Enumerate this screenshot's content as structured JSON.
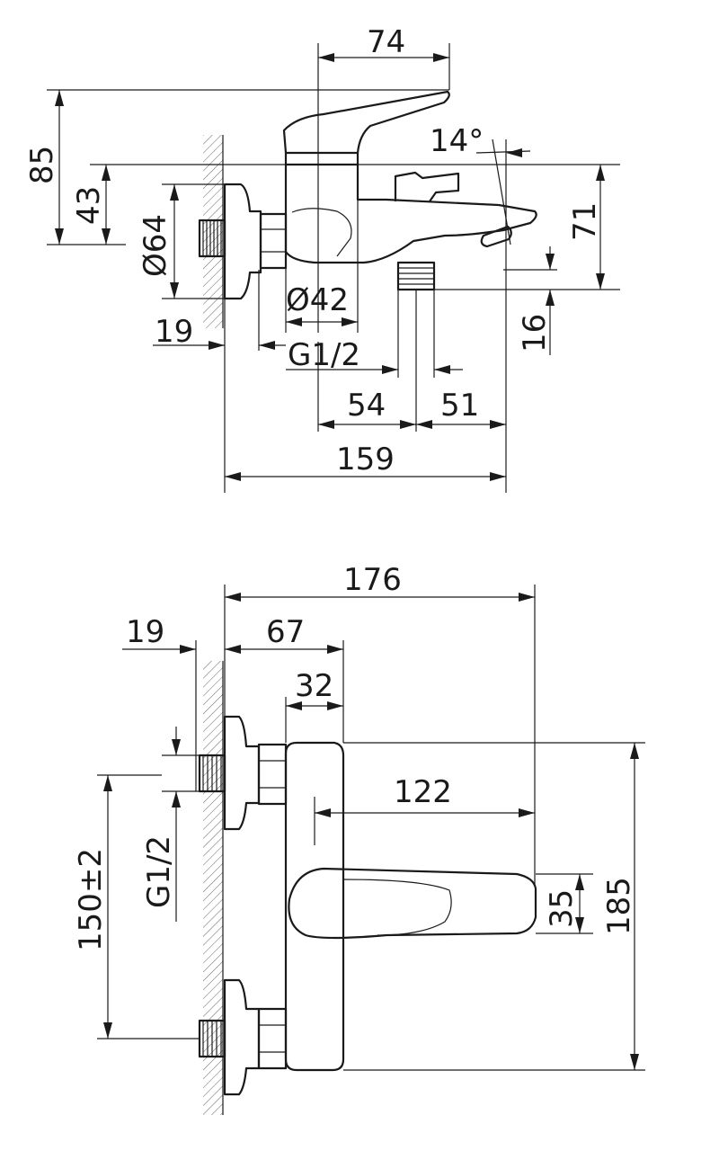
{
  "side_view": {
    "labels": {
      "d74": "74",
      "d85": "85",
      "d43": "43",
      "d14deg": "14°",
      "d71": "71",
      "d64": "Ø64",
      "d42": "Ø42",
      "d19": "19",
      "dG12": "G1/2",
      "d16": "16",
      "d54": "54",
      "d51": "51",
      "d159": "159"
    }
  },
  "front_view": {
    "labels": {
      "d176": "176",
      "d19": "19",
      "d67": "67",
      "d32": "32",
      "d122": "122",
      "d150": "150±2",
      "dG12": "G1/2",
      "d35": "35",
      "d185": "185"
    }
  }
}
